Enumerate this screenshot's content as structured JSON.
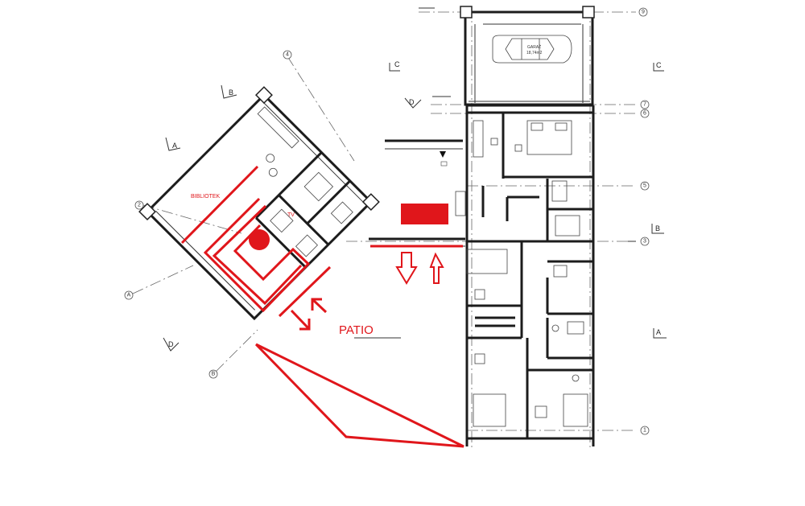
{
  "labels": {
    "patio": "PATIO",
    "biblioteka": "BIBLIOTEK",
    "tv": "TV",
    "garage_name": "GARAŻ",
    "garage_area": "18,74m2"
  },
  "grid_axes_right": [
    "9",
    "7",
    "6",
    "5",
    "3",
    "1"
  ],
  "grid_axes_left": [
    "4",
    "2",
    "A",
    "B"
  ],
  "section_marks": [
    "C",
    "C",
    "B",
    "B",
    "A",
    "A",
    "D",
    "D"
  ],
  "colors": {
    "annotation": "#e0161b",
    "walls": "#1c1c1c"
  },
  "icons": [
    "entrance-arrow-icon",
    "fireplace-marker-icon",
    "car-icon",
    "bed-icon"
  ]
}
